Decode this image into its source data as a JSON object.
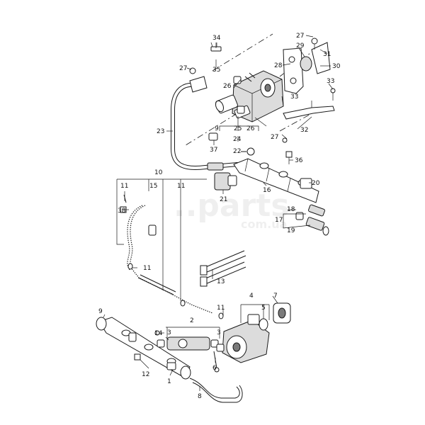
{
  "watermark": {
    "brand": "..parts",
    "domain": "com.ua"
  },
  "callouts": {
    "c1": "1",
    "c2": "2",
    "c3a": "3",
    "c3b": "3",
    "c4": "4",
    "c5": "5",
    "c6": "6",
    "c7": "7",
    "c8": "8",
    "c9a": "9",
    "c9b": "9",
    "c10": "10",
    "c11a": "11",
    "c11b": "11",
    "c11c": "11",
    "c11d": "11",
    "c12": "12",
    "c13": "13",
    "c14": "14",
    "c15": "15",
    "c16": "16",
    "c17": "17",
    "c18": "18",
    "c19": "19",
    "c20": "20",
    "c21": "21",
    "c22": "22",
    "c23": "23",
    "c24": "24",
    "c25": "25",
    "c26a": "26",
    "c26b": "26",
    "c27a": "27",
    "c27b": "27",
    "c27c": "27",
    "c28": "28",
    "c29": "29",
    "c30": "30",
    "c31": "31",
    "c32": "32",
    "c33a": "33",
    "c33b": "33",
    "c34": "34",
    "c35": "35",
    "c36": "36",
    "c37": "37",
    "c38": "38"
  }
}
